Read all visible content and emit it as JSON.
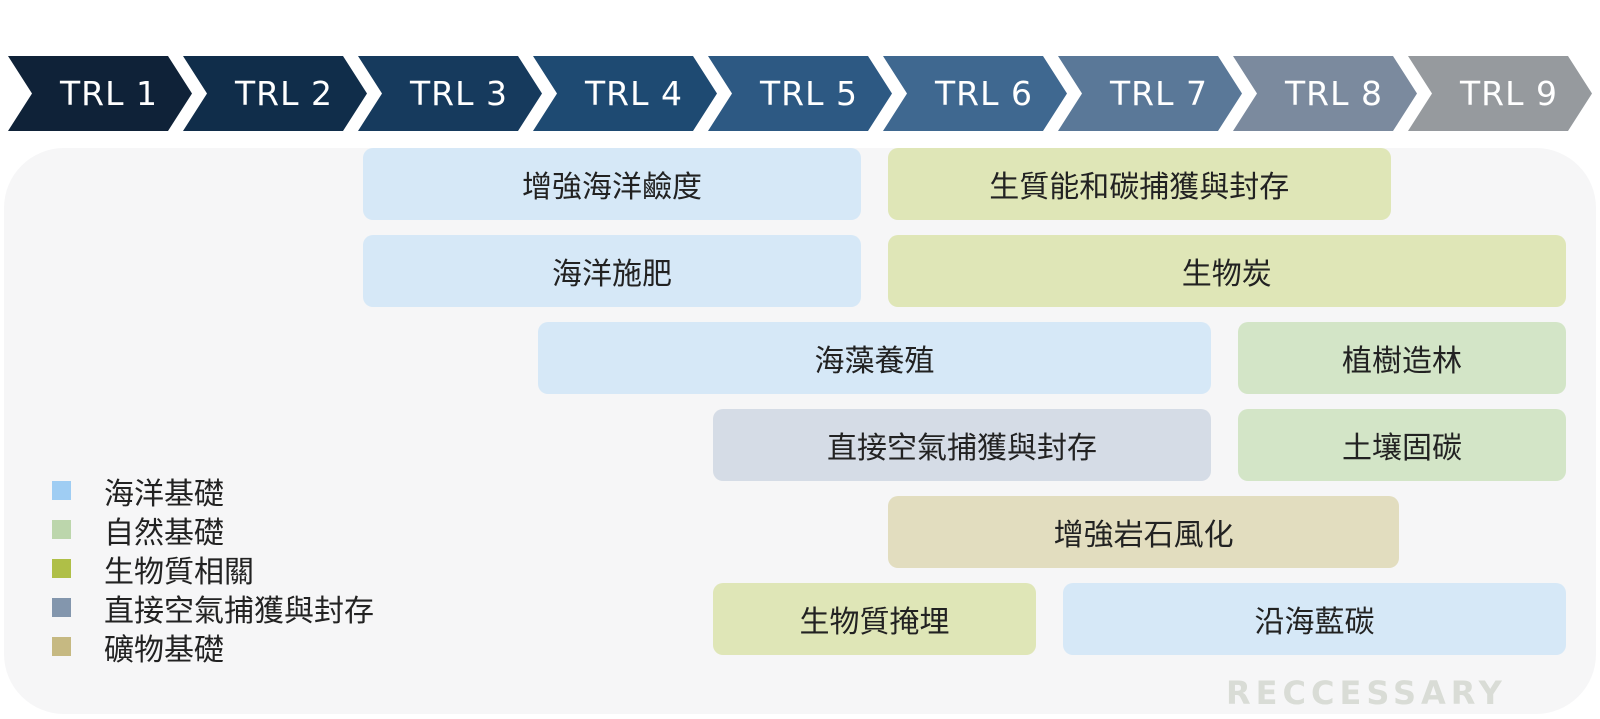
{
  "trl_steps": [
    {
      "label": "TRL 1",
      "color": "#0f2238"
    },
    {
      "label": "TRL 2",
      "color": "#102d4a"
    },
    {
      "label": "TRL 3",
      "color": "#163a5d"
    },
    {
      "label": "TRL 4",
      "color": "#1e4a72"
    },
    {
      "label": "TRL 5",
      "color": "#2d5983"
    },
    {
      "label": "TRL 6",
      "color": "#3f6890"
    },
    {
      "label": "TRL 7",
      "color": "#5a7898"
    },
    {
      "label": "TRL 8",
      "color": "#7b8a9e"
    },
    {
      "label": "TRL 9",
      "color": "#969a9e"
    }
  ],
  "bars": [
    {
      "label": "增強海洋鹼度",
      "trl_start": 3,
      "trl_end": 5,
      "row": 1,
      "category": "ocean"
    },
    {
      "label": "生質能和碳捕獲與封存",
      "trl_start": 6,
      "trl_end": 8.9,
      "row": 1,
      "category": "biomass"
    },
    {
      "label": "海洋施肥",
      "trl_start": 3,
      "trl_end": 5,
      "row": 2,
      "category": "ocean"
    },
    {
      "label": "生物炭",
      "trl_start": 6,
      "trl_end": 9.9,
      "row": 2,
      "category": "biomass"
    },
    {
      "label": "海藻養殖",
      "trl_start": 4,
      "trl_end": 7,
      "row": 3,
      "category": "ocean"
    },
    {
      "label": "植樹造林",
      "trl_start": 8,
      "trl_end": 9.95,
      "row": 3,
      "category": "nature"
    },
    {
      "label": "直接空氣捕獲與封存",
      "trl_start": 5,
      "trl_end": 7,
      "row": 4,
      "category": "dac"
    },
    {
      "label": "土壤固碳",
      "trl_start": 8,
      "trl_end": 9.95,
      "row": 4,
      "category": "nature"
    },
    {
      "label": "增強岩石風化",
      "trl_start": 6,
      "trl_end": 8.95,
      "row": 5,
      "category": "mineral"
    },
    {
      "label": "生物質掩埋",
      "trl_start": 5,
      "trl_end": 6,
      "row": 6,
      "category": "biomass"
    },
    {
      "label": "沿海藍碳",
      "trl_start": 7,
      "trl_end": 9.95,
      "row": 6,
      "category": "ocean"
    }
  ],
  "categories": {
    "ocean": {
      "label": "海洋基礎",
      "swatch": "#9fcdf3",
      "fill": "#d6e8f7"
    },
    "nature": {
      "label": "自然基礎",
      "swatch": "#bcd6ac",
      "fill": "#d3e5c7"
    },
    "biomass": {
      "label": "生物質相關",
      "swatch": "#afbf47",
      "fill": "#dfe6b7"
    },
    "dac": {
      "label": "直接空氣捕獲與封存",
      "swatch": "#8396ad",
      "fill": "#d5dce6"
    },
    "mineral": {
      "label": "礦物基礎",
      "swatch": "#c6b982",
      "fill": "#e2ddbf"
    }
  },
  "legend_order": [
    "ocean",
    "nature",
    "biomass",
    "dac",
    "mineral"
  ],
  "logo_text": "RECCESSARY"
}
